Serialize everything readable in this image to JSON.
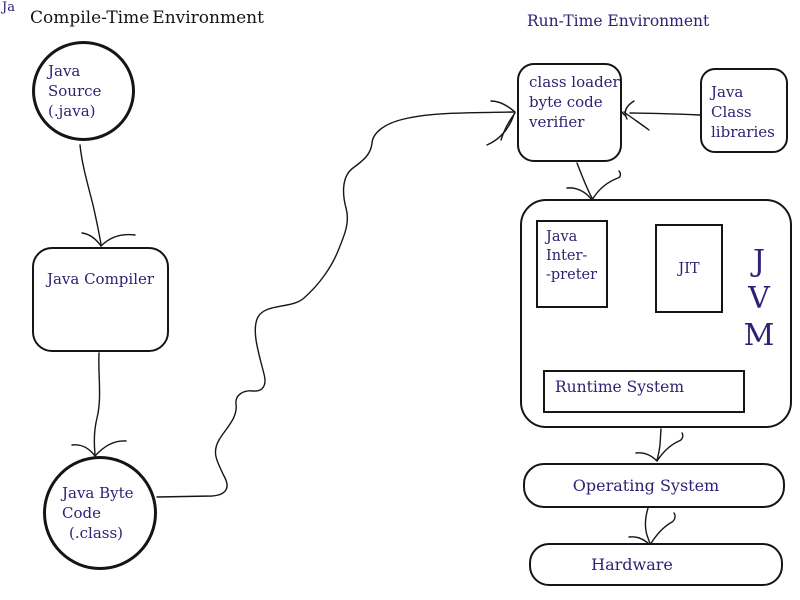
{
  "colors": {
    "ink": "#151515",
    "accent_text": "#2d2274",
    "background": "#ffffff"
  },
  "corner_label": "Ja",
  "headings": {
    "compile_part1": "Compile-Time",
    "compile_part2": "Environment",
    "runtime": "Run-Time Environment"
  },
  "compile_nodes": {
    "java_source": {
      "line1": "Java Source",
      "line2": "(.java)"
    },
    "java_compiler": {
      "label": "Java Compiler"
    },
    "java_byte_code": {
      "line1": "Java Byte",
      "line2": "Code",
      "line3": "(.class)"
    }
  },
  "runtime_nodes": {
    "class_loader": {
      "line1": "class loader",
      "line2": "byte code",
      "line3": "verifier"
    },
    "java_class_libraries": {
      "line1": "Java Class",
      "line2": "libraries"
    },
    "jvm": {
      "letter1": "J",
      "letter2": "V",
      "letter3": "M"
    },
    "java_interpreter": {
      "line1": "Java",
      "line2": "Inter-",
      "line3": "-preter"
    },
    "jit": {
      "label": "JIT"
    },
    "runtime_system": {
      "label": "Runtime System"
    },
    "operating_system": {
      "label": "Operating System"
    },
    "hardware": {
      "label": "Hardware"
    }
  }
}
